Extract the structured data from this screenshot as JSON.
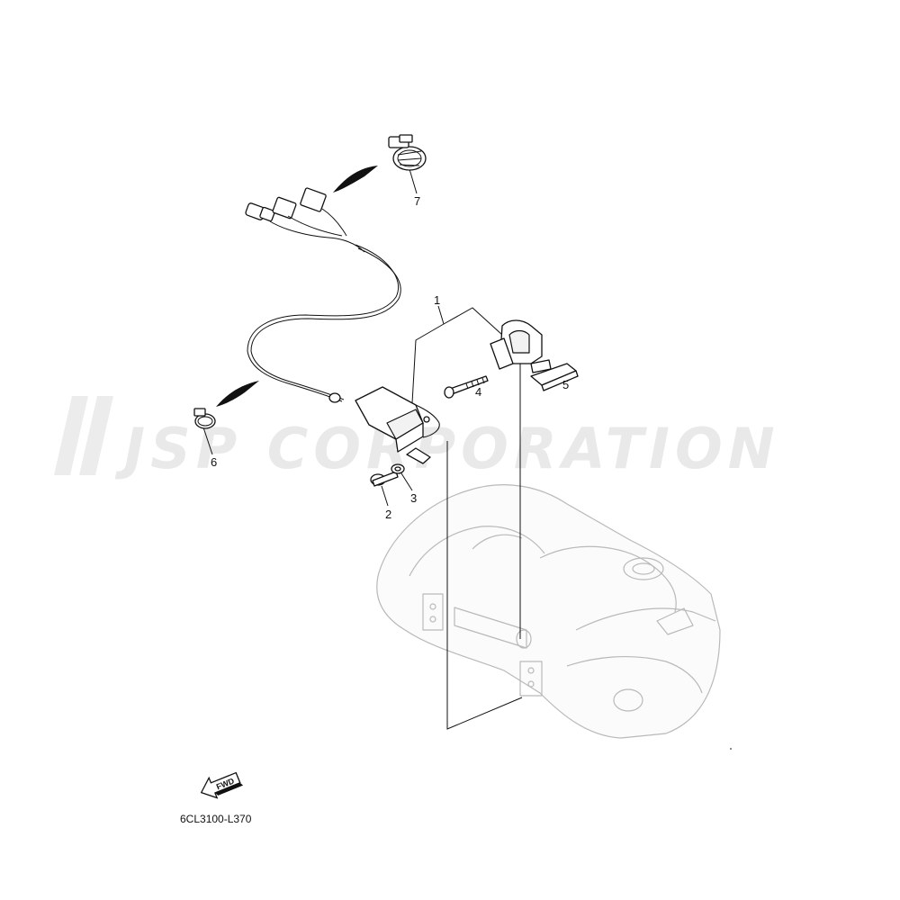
{
  "watermark": {
    "text": "JSP CORPORATION"
  },
  "callouts": [
    {
      "id": "1",
      "label": "1"
    },
    {
      "id": "2",
      "label": "2"
    },
    {
      "id": "3",
      "label": "3"
    },
    {
      "id": "4",
      "label": "4"
    },
    {
      "id": "5",
      "label": "5"
    },
    {
      "id": "6",
      "label": "6"
    },
    {
      "id": "7",
      "label": "7"
    }
  ],
  "fwd_marker": {
    "label": "FWD"
  },
  "diagram_code": "6CL3100-L370",
  "icons": {
    "logo": "jsp-slash-logo-icon",
    "fwd": "fwd-arrow-icon"
  }
}
